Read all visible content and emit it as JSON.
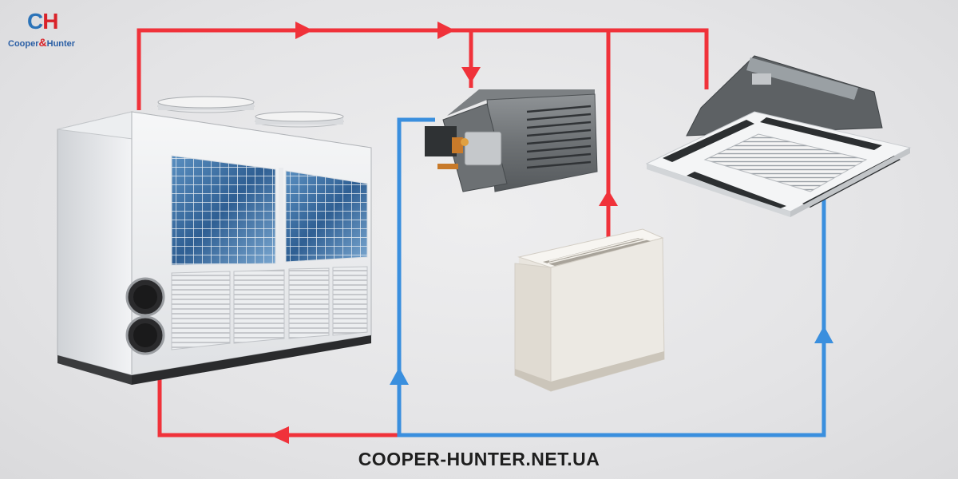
{
  "brand": {
    "logo_mark_c": "C",
    "logo_mark_h": "H",
    "logo_text_left": "Cooper",
    "logo_text_amp": "&",
    "logo_text_right": "Hunter"
  },
  "footer": {
    "website": "COOPER-HUNTER.NET.UA"
  },
  "colors": {
    "supply_line": "#f0323a",
    "return_line": "#3a8fde",
    "logo_blue": "#2b73b8",
    "logo_red": "#d9232a",
    "text": "#1e1e1e"
  },
  "icons": [
    "chiller-unit-icon",
    "ducted-fan-coil-icon",
    "floor-console-fan-coil-icon",
    "cassette-fan-coil-icon",
    "arrow-icon"
  ]
}
